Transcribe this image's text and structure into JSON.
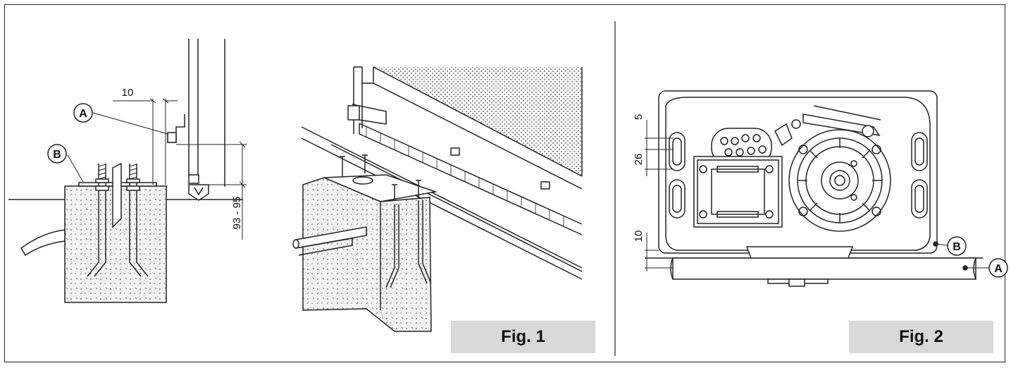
{
  "figures": {
    "fig1": {
      "caption": "Fig. 1",
      "callouts": {
        "a": "A",
        "b": "B"
      },
      "dimensions": {
        "offset": "10",
        "height": "93 - 95"
      }
    },
    "fig2": {
      "caption": "Fig. 2",
      "callouts": {
        "a": "A",
        "b": "B"
      },
      "dimensions": {
        "top_gap": "5",
        "slot": "26",
        "bottom": "10"
      }
    }
  },
  "colors": {
    "line": "#222222",
    "caption_bg": "#d9d9d9",
    "concrete": "#f2f2f2"
  }
}
